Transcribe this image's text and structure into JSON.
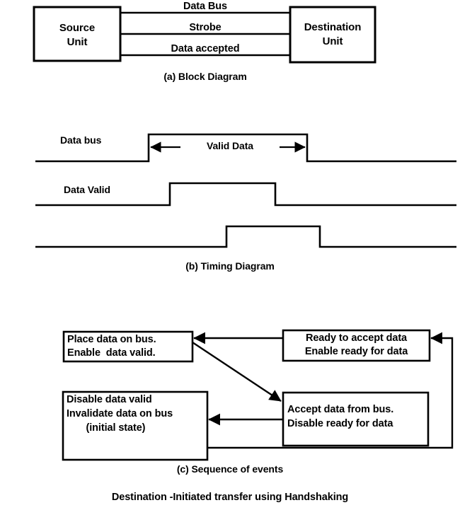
{
  "figure": {
    "main_title": "Destination -Initiated transfer using Handshaking"
  },
  "block_diagram": {
    "caption": "(a) Block Diagram",
    "source_unit": {
      "line1": "Source",
      "line2": "Unit"
    },
    "destination_unit": {
      "line1": "Destination",
      "line2": "Unit"
    },
    "bus_labels": [
      "Data Bus",
      "Strobe",
      "Data accepted"
    ]
  },
  "timing_diagram": {
    "caption": "(b) Timing Diagram",
    "signals": [
      {
        "name": "Data bus",
        "annotation": "Valid Data"
      },
      {
        "name": "Data Valid",
        "annotation": ""
      },
      {
        "name": "",
        "annotation": ""
      }
    ]
  },
  "sequence_diagram": {
    "caption": "(c) Sequence of events",
    "boxes": [
      {
        "id": "place-data",
        "align": "left",
        "lines": [
          "Place data on bus.",
          "Enable  data valid."
        ]
      },
      {
        "id": "ready-to-accept",
        "align": "center",
        "lines": [
          "Ready to accept data",
          "Enable ready for data"
        ]
      },
      {
        "id": "disable-data-valid",
        "align": "left",
        "lines": [
          "Disable data valid",
          "Invalidate data on bus",
          "       (initial state)"
        ]
      },
      {
        "id": "accept-data",
        "align": "left",
        "lines": [
          "Accept data from bus.",
          "Disable ready for data"
        ]
      }
    ]
  },
  "style": {
    "ink": "#000000",
    "paper": "#ffffff"
  }
}
